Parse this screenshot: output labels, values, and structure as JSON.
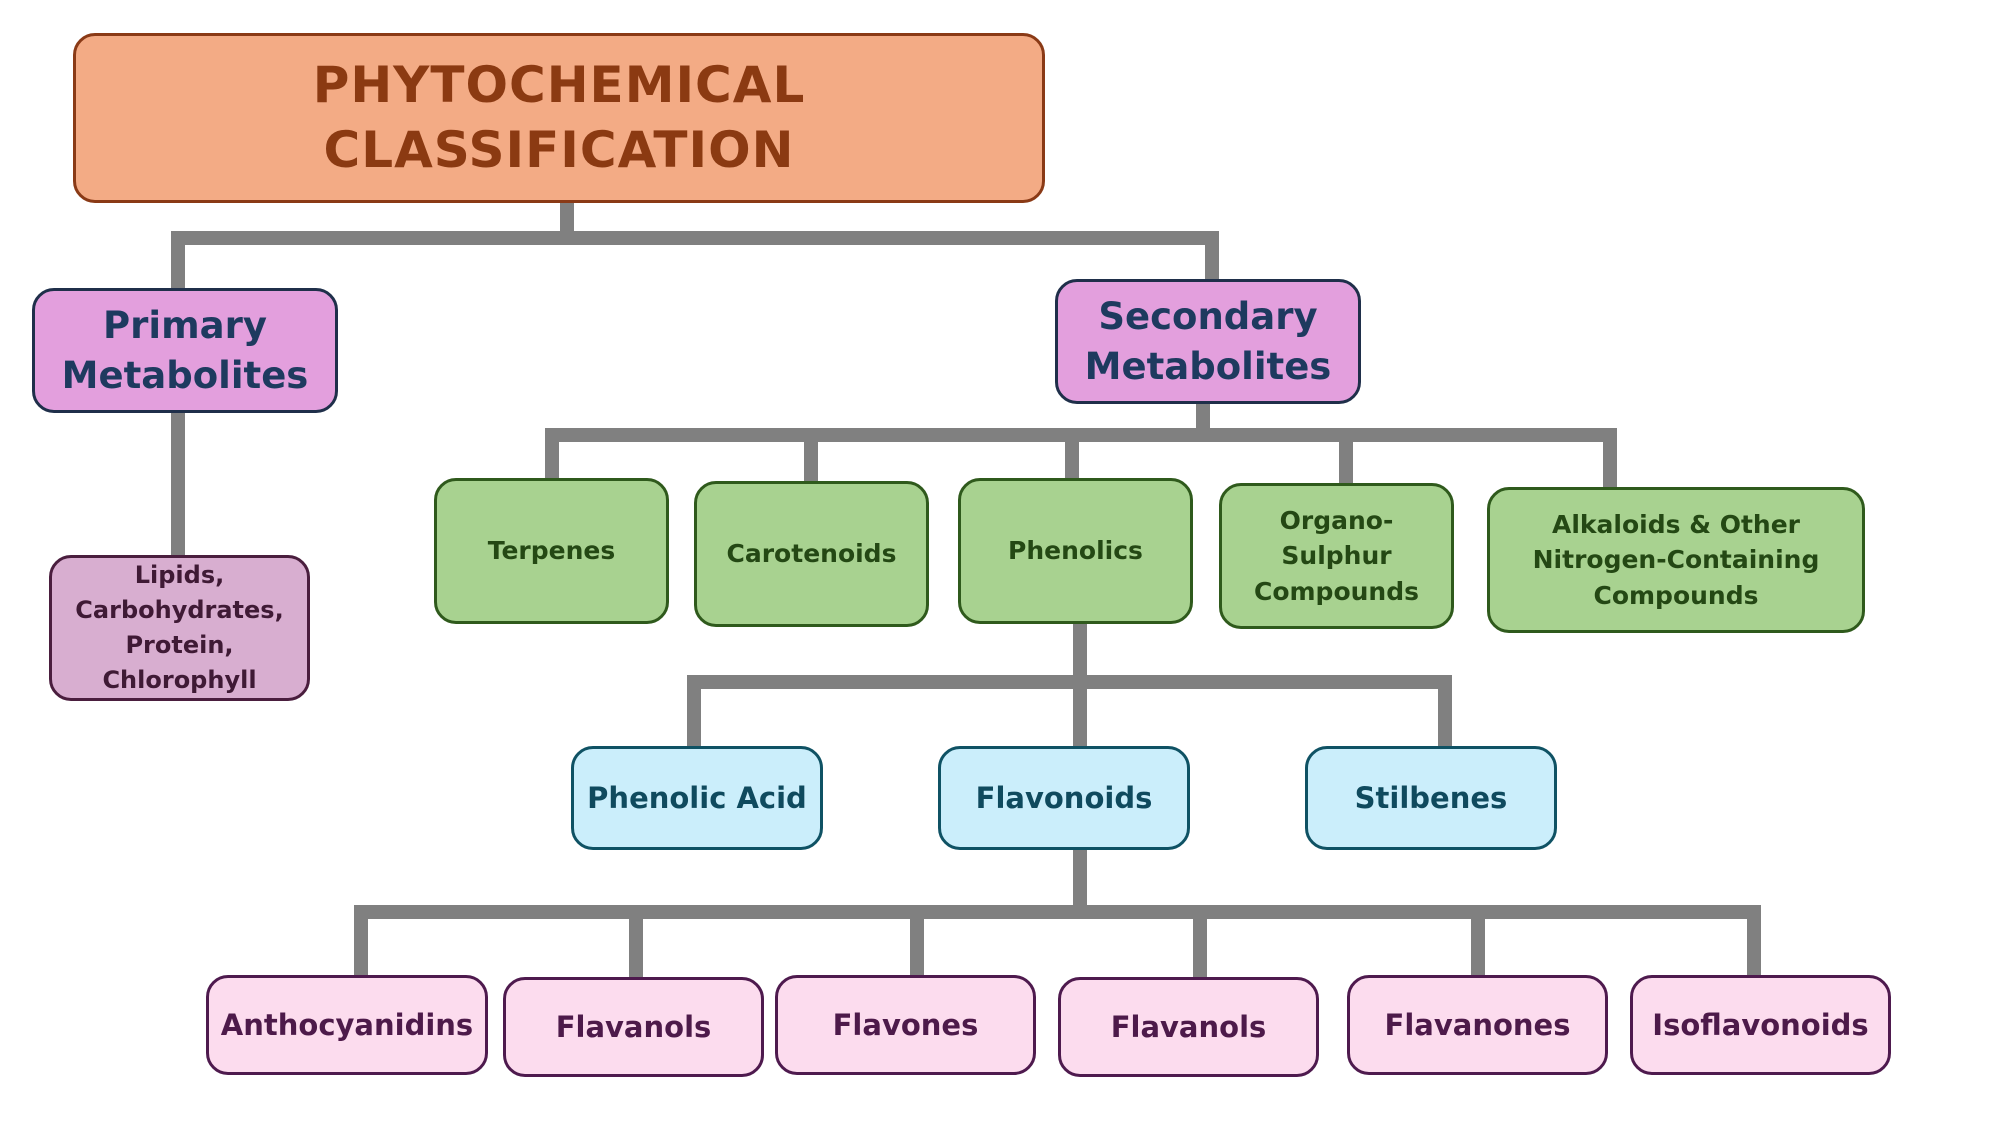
{
  "diagram": {
    "root": {
      "label": "PHYTOCHEMICAL\nCLASSIFICATION"
    },
    "primary": {
      "label": "Primary\nMetabolites",
      "child": "Lipids,\nCarbohydrates,\nProtein,\nChlorophyll"
    },
    "secondary": {
      "label": "Secondary\nMetabolites",
      "classes": [
        "Terpenes",
        "Carotenoids",
        "Phenolics",
        "Organo-\nSulphur\nCompounds",
        "Alkaloids & Other\nNitrogen-Containing\nCompounds"
      ]
    },
    "phenolics": {
      "subclasses": [
        "Phenolic Acid",
        "Flavonoids",
        "Stilbenes"
      ]
    },
    "flavonoids": {
      "subclasses": [
        "Anthocyanidins",
        "Flavanols",
        "Flavones",
        "Flavanols",
        "Flavanones",
        "Isoflavonoids"
      ]
    },
    "colors": {
      "connector": "#808080",
      "root_fill": "#f3ab85",
      "metabolite_fill": "#e39fdd",
      "primary_child_fill": "#d8aed0",
      "class_fill": "#a8d290",
      "subclass_fill": "#cbeefb",
      "flavonoid_fill": "#fcdcee"
    }
  }
}
